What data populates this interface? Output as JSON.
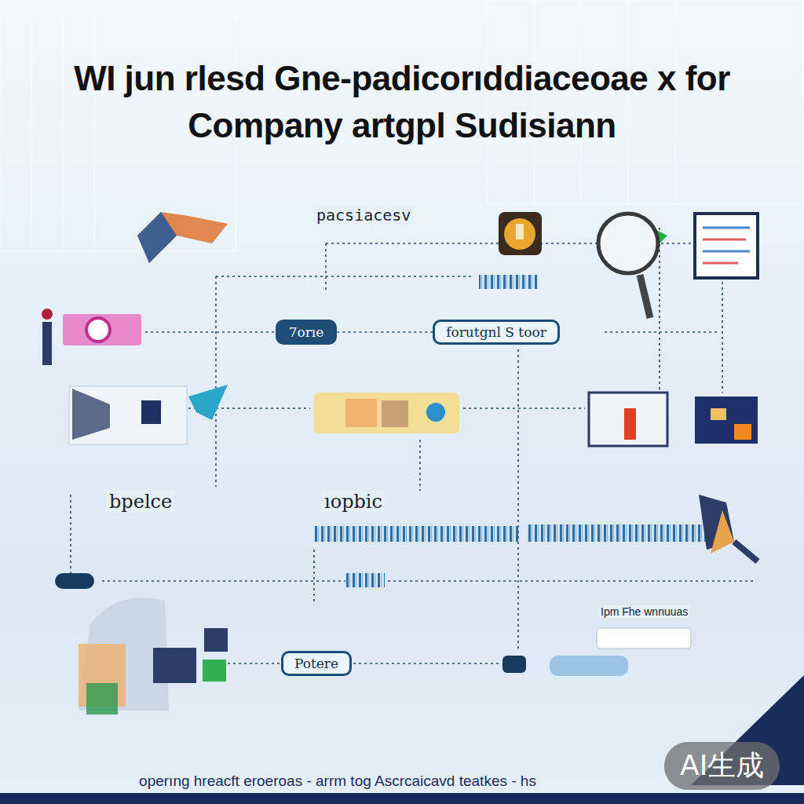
{
  "diagram": {
    "title": "WI jun rlesd Gne-padicorıddiaceoae x for Company artgpl Sudisiann",
    "caption": "operıng hreacft eroeroas - arrm tog Ascrcaicavd teatkes - hs",
    "nodes": [
      {
        "text": [
          "7orıe"
        ]
      },
      {
        "text": [
          "forutgnl S toor"
        ]
      },
      {
        "text": [
          "Potere"
        ]
      }
    ],
    "edges": [
      {
        "from": 0,
        "to": 1,
        "arrow": "none"
      }
    ],
    "labels": [
      "pacsiacesv",
      "bpelce",
      "ıopbic",
      "Ipm Fhe wnnuuas",
      "AI生成"
    ]
  }
}
